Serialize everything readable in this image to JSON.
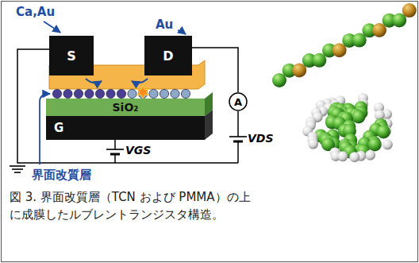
{
  "diagram": {
    "caption": "図 3. 界面改質層（TCN および PMMA）の上 に成膜したルブレントランジスタ構造。",
    "nodes": [
      {
        "text": [
          "S"
        ]
      },
      {
        "text": [
          "D"
        ]
      },
      {
        "text": [
          "SiO₂"
        ]
      },
      {
        "text": [
          "G"
        ]
      },
      {
        "text": [
          "A"
        ]
      }
    ],
    "edges": [
      {
        "from": 1,
        "to": 4,
        "arrow": "none"
      }
    ],
    "labels": [
      "Ca,Au",
      "Au",
      "VDS",
      "VGS",
      "界面改質層"
    ]
  }
}
